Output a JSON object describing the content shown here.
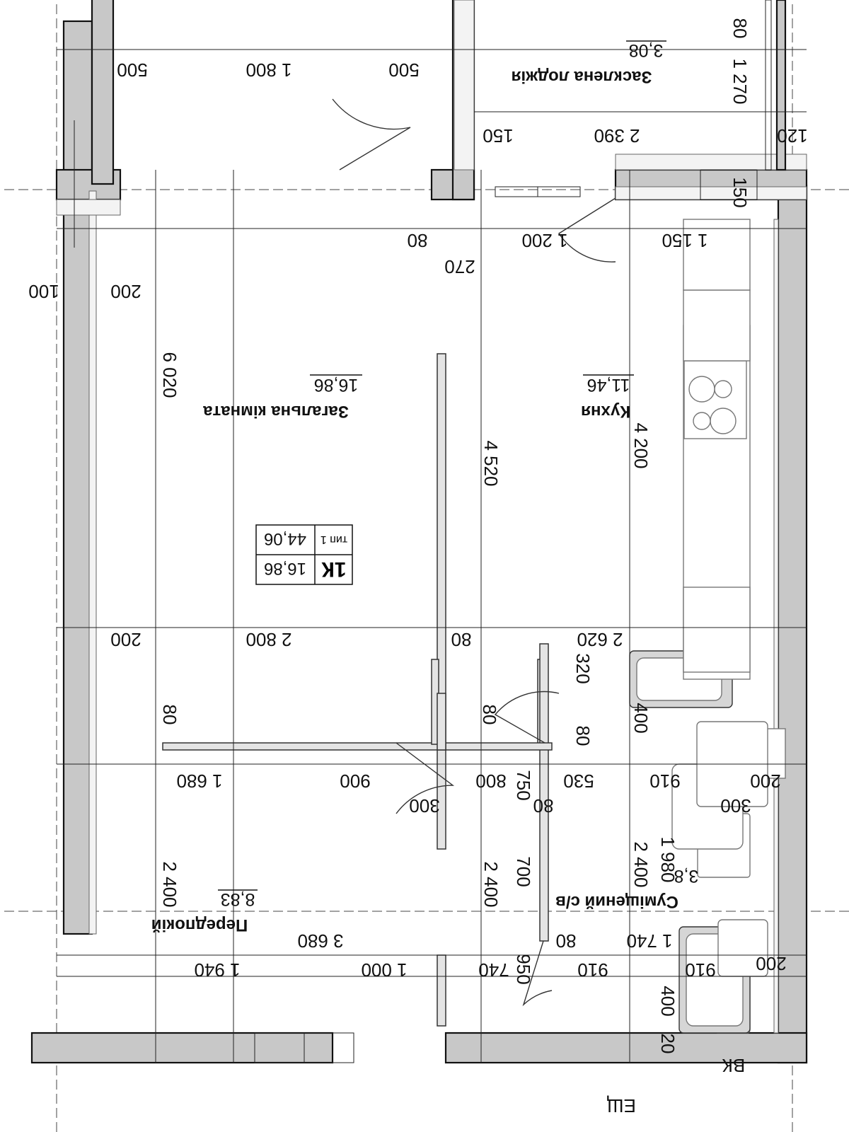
{
  "rooms": {
    "living": {
      "name": "Загальна кімната",
      "area": "16,86"
    },
    "kitchen": {
      "name": "Кухня",
      "area": "11,46"
    },
    "loggia": {
      "name": "Засклена лоджія",
      "area": "3,08"
    },
    "hall": {
      "name": "Передпокій",
      "area": "8,83"
    },
    "bath": {
      "name": "Суміщений с/в",
      "area": "3,8"
    }
  },
  "tag": {
    "code": "1К",
    "type": "тип 1",
    "living_area": "16,86",
    "total_area": "44,06"
  },
  "labels": {
    "vk": "ВК",
    "esch": "ЕЩ"
  },
  "dimensions": [
    "500",
    "1 800",
    "500",
    "2 390",
    "150",
    "120",
    "1 270",
    "80",
    "150",
    "80",
    "1 200",
    "1 150",
    "270",
    "100",
    "200",
    "6 020",
    "4 520",
    "4 200",
    "200",
    "2 800",
    "80",
    "2 620",
    "320",
    "80",
    "80",
    "400",
    "80",
    "1 680",
    "900",
    "800",
    "750",
    "530",
    "910",
    "200",
    "300",
    "300",
    "80",
    "2 400",
    "1 980",
    "700",
    "2 400",
    "2 400",
    "3 680",
    "80",
    "1 740",
    "1 940",
    "1 000",
    "740",
    "950",
    "910",
    "910",
    "200",
    "400",
    "20"
  ]
}
